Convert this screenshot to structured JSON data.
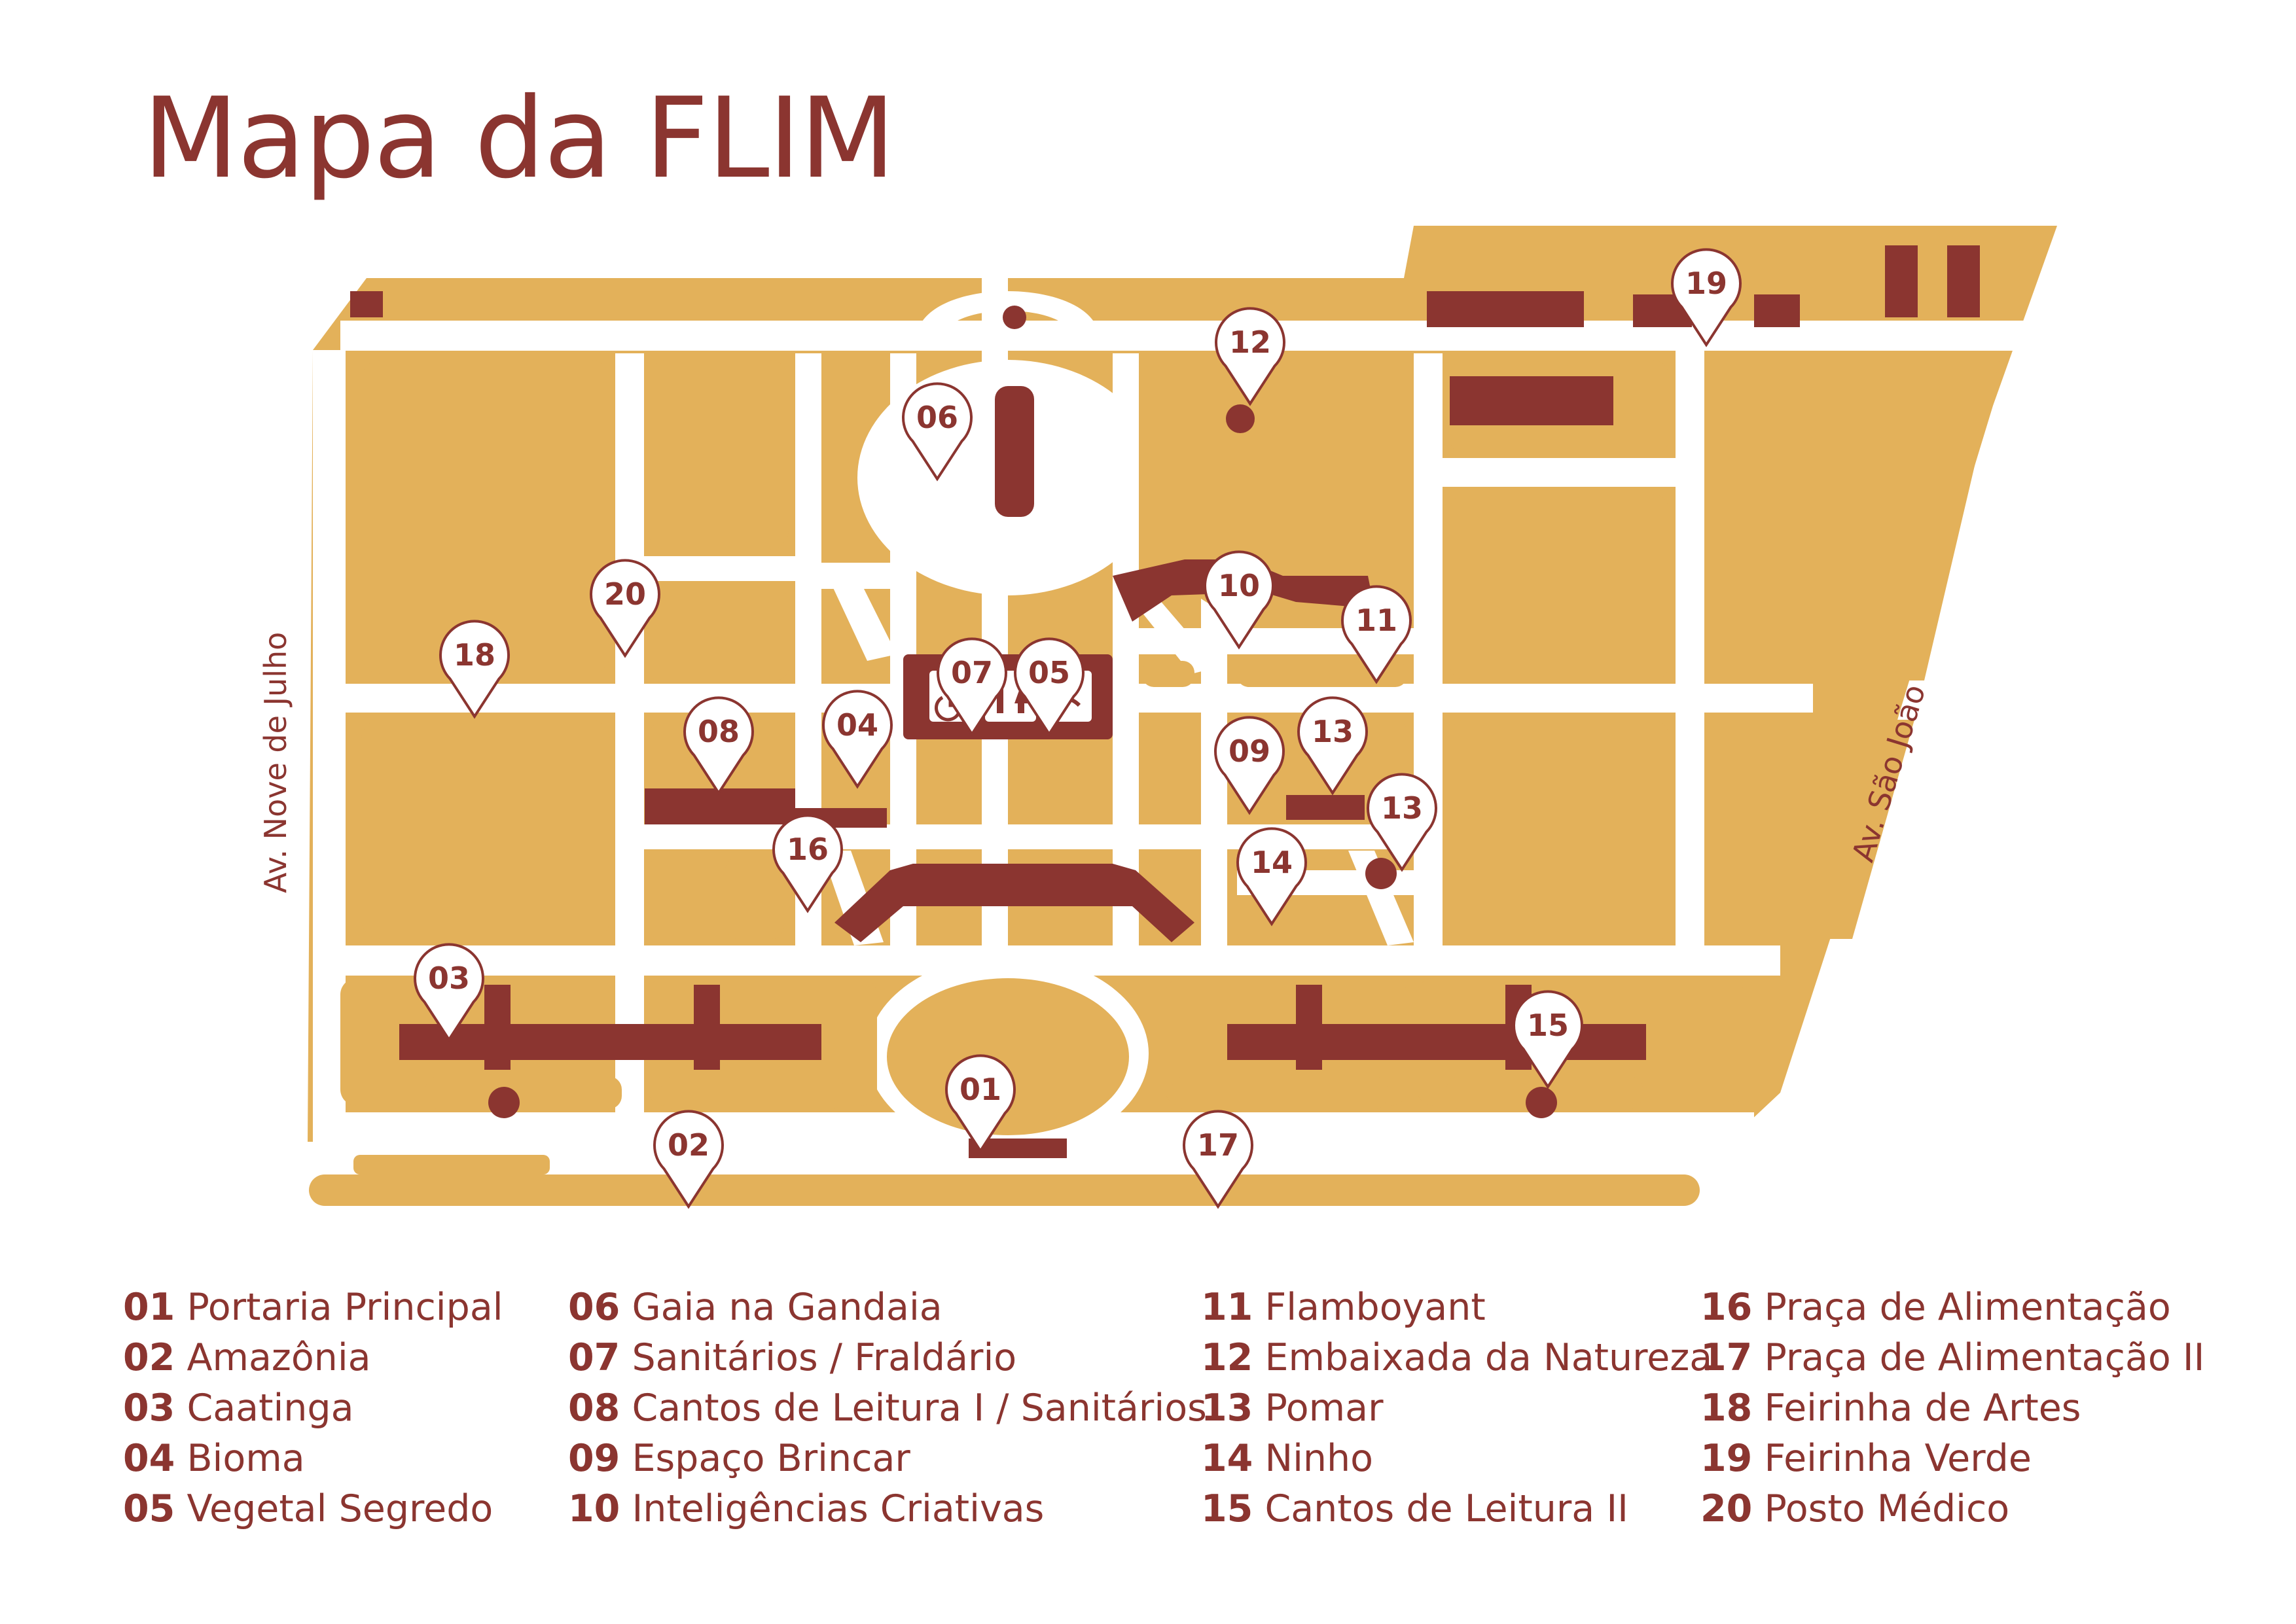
{
  "title": "Mapa da FLIM",
  "colors": {
    "accent": "#8b3530",
    "ground": "#e3b15a",
    "path": "#ffffff"
  },
  "streets": {
    "west": "Av. Nove de Julho",
    "east": "Av. São João"
  },
  "pins": [
    "01",
    "02",
    "03",
    "04",
    "05",
    "06",
    "07",
    "08",
    "09",
    "10",
    "11",
    "12",
    "13",
    "13",
    "14",
    "15",
    "16",
    "17",
    "18",
    "20",
    "19"
  ],
  "amenity_icons": [
    "wheelchair-icon",
    "restroom-icon",
    "baby-changing-icon"
  ],
  "legend": {
    "col1": [
      {
        "num": "01",
        "label": "Portaria Principal"
      },
      {
        "num": "02",
        "label": "Amazônia"
      },
      {
        "num": "03",
        "label": "Caatinga"
      },
      {
        "num": "04",
        "label": "Bioma"
      },
      {
        "num": "05",
        "label": "Vegetal Segredo"
      }
    ],
    "col2": [
      {
        "num": "06",
        "label": "Gaia na Gandaia"
      },
      {
        "num": "07",
        "label": "Sanitários / Fraldário"
      },
      {
        "num": "08",
        "label": "Cantos de Leitura I / Sanitários"
      },
      {
        "num": "09",
        "label": "Espaço Brincar"
      },
      {
        "num": "10",
        "label": "Inteligências Criativas"
      }
    ],
    "col3": [
      {
        "num": "11",
        "label": "Flamboyant"
      },
      {
        "num": "12",
        "label": "Embaixada da Natureza"
      },
      {
        "num": "13",
        "label": "Pomar"
      },
      {
        "num": "14",
        "label": "Ninho"
      },
      {
        "num": "15",
        "label": "Cantos de Leitura II"
      }
    ],
    "col4": [
      {
        "num": "16",
        "label": "Praça de Alimentação"
      },
      {
        "num": "17",
        "label": "Praça de Alimentação II"
      },
      {
        "num": "18",
        "label": "Feirinha de Artes"
      },
      {
        "num": "19",
        "label": "Feirinha Verde"
      },
      {
        "num": "20",
        "label": "Posto Médico"
      }
    ]
  }
}
